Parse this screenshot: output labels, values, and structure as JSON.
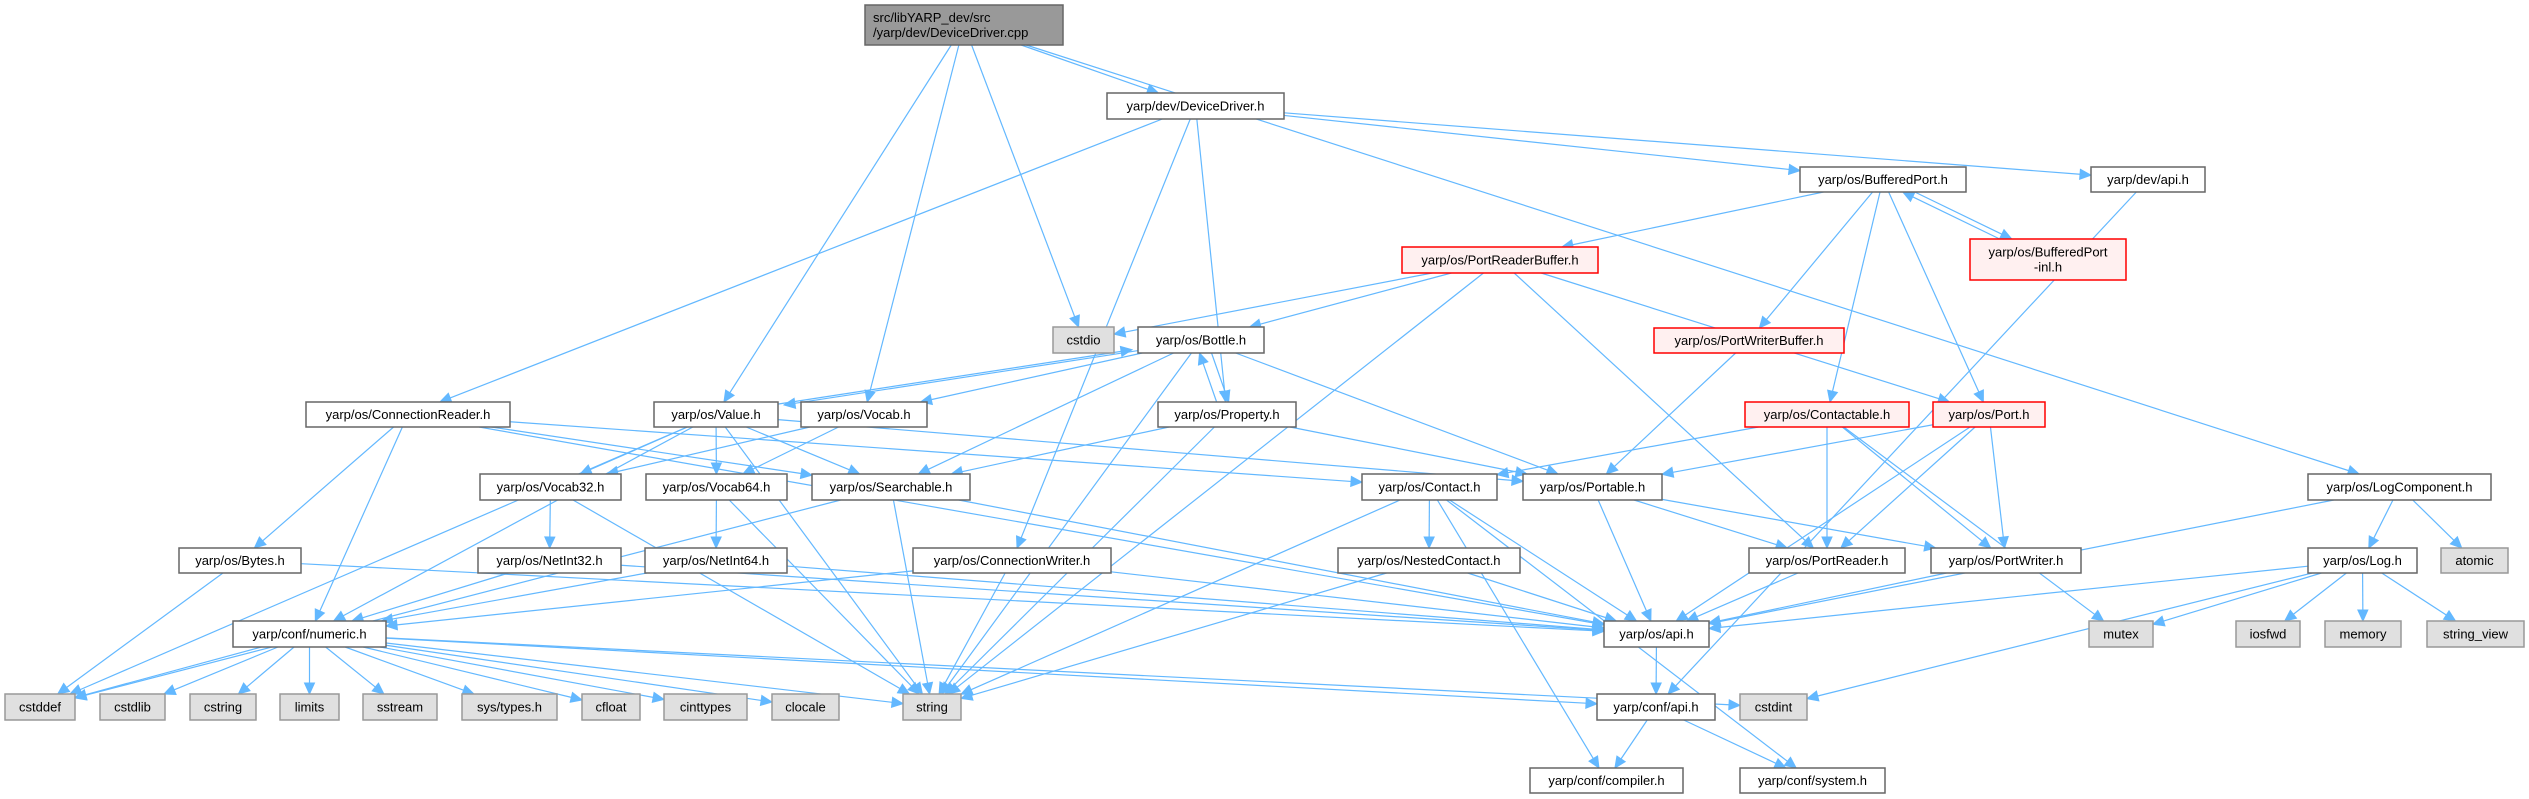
{
  "graph": {
    "title": "src/libYARP_dev/src/yarp/dev/DeviceDriver.cpp",
    "colors": {
      "edge": "#63b8ff",
      "main_fill": "#999999",
      "red_border": "#ff0000",
      "system_fill": "#e0e0e0"
    },
    "nodes": [
      {
        "id": "root",
        "label": [
          "src/libYARP_dev/src",
          "/yarp/dev/DeviceDriver.cpp"
        ],
        "kind": "main"
      },
      {
        "id": "devdriver",
        "label": [
          "yarp/dev/DeviceDriver.h"
        ],
        "kind": "normal"
      },
      {
        "id": "bufport",
        "label": [
          "yarp/os/BufferedPort.h"
        ],
        "kind": "normal"
      },
      {
        "id": "devapi",
        "label": [
          "yarp/dev/api.h"
        ],
        "kind": "normal"
      },
      {
        "id": "prbuf",
        "label": [
          "yarp/os/PortReaderBuffer.h"
        ],
        "kind": "red"
      },
      {
        "id": "bufportinl",
        "label": [
          "yarp/os/BufferedPort",
          "-inl.h"
        ],
        "kind": "red"
      },
      {
        "id": "pwbuf",
        "label": [
          "yarp/os/PortWriterBuffer.h"
        ],
        "kind": "red"
      },
      {
        "id": "cstdio",
        "label": [
          "cstdio"
        ],
        "kind": "system"
      },
      {
        "id": "bottle",
        "label": [
          "yarp/os/Bottle.h"
        ],
        "kind": "normal"
      },
      {
        "id": "connreader",
        "label": [
          "yarp/os/ConnectionReader.h"
        ],
        "kind": "normal"
      },
      {
        "id": "value",
        "label": [
          "yarp/os/Value.h"
        ],
        "kind": "normal"
      },
      {
        "id": "vocab",
        "label": [
          "yarp/os/Vocab.h"
        ],
        "kind": "normal"
      },
      {
        "id": "property",
        "label": [
          "yarp/os/Property.h"
        ],
        "kind": "normal"
      },
      {
        "id": "contactable",
        "label": [
          "yarp/os/Contactable.h"
        ],
        "kind": "red"
      },
      {
        "id": "port",
        "label": [
          "yarp/os/Port.h"
        ],
        "kind": "red"
      },
      {
        "id": "vocab32",
        "label": [
          "yarp/os/Vocab32.h"
        ],
        "kind": "normal"
      },
      {
        "id": "vocab64",
        "label": [
          "yarp/os/Vocab64.h"
        ],
        "kind": "normal"
      },
      {
        "id": "searchable",
        "label": [
          "yarp/os/Searchable.h"
        ],
        "kind": "normal"
      },
      {
        "id": "contact",
        "label": [
          "yarp/os/Contact.h"
        ],
        "kind": "normal"
      },
      {
        "id": "portable",
        "label": [
          "yarp/os/Portable.h"
        ],
        "kind": "normal"
      },
      {
        "id": "logcomp",
        "label": [
          "yarp/os/LogComponent.h"
        ],
        "kind": "normal"
      },
      {
        "id": "bytes",
        "label": [
          "yarp/os/Bytes.h"
        ],
        "kind": "normal"
      },
      {
        "id": "netint32",
        "label": [
          "yarp/os/NetInt32.h"
        ],
        "kind": "normal"
      },
      {
        "id": "netint64",
        "label": [
          "yarp/os/NetInt64.h"
        ],
        "kind": "normal"
      },
      {
        "id": "connwriter",
        "label": [
          "yarp/os/ConnectionWriter.h"
        ],
        "kind": "normal"
      },
      {
        "id": "nestedcontact",
        "label": [
          "yarp/os/NestedContact.h"
        ],
        "kind": "normal"
      },
      {
        "id": "portreader",
        "label": [
          "yarp/os/PortReader.h"
        ],
        "kind": "normal"
      },
      {
        "id": "portwriter",
        "label": [
          "yarp/os/PortWriter.h"
        ],
        "kind": "normal"
      },
      {
        "id": "log",
        "label": [
          "yarp/os/Log.h"
        ],
        "kind": "normal"
      },
      {
        "id": "atomic",
        "label": [
          "atomic"
        ],
        "kind": "system"
      },
      {
        "id": "numeric",
        "label": [
          "yarp/conf/numeric.h"
        ],
        "kind": "normal"
      },
      {
        "id": "osapi",
        "label": [
          "yarp/os/api.h"
        ],
        "kind": "normal"
      },
      {
        "id": "mutex",
        "label": [
          "mutex"
        ],
        "kind": "system"
      },
      {
        "id": "iosfwd",
        "label": [
          "iosfwd"
        ],
        "kind": "system"
      },
      {
        "id": "memory",
        "label": [
          "memory"
        ],
        "kind": "system"
      },
      {
        "id": "string_view",
        "label": [
          "string_view"
        ],
        "kind": "system"
      },
      {
        "id": "cstddef",
        "label": [
          "cstddef"
        ],
        "kind": "system"
      },
      {
        "id": "cstdlib",
        "label": [
          "cstdlib"
        ],
        "kind": "system"
      },
      {
        "id": "cstring",
        "label": [
          "cstring"
        ],
        "kind": "system"
      },
      {
        "id": "limits",
        "label": [
          "limits"
        ],
        "kind": "system"
      },
      {
        "id": "sstream",
        "label": [
          "sstream"
        ],
        "kind": "system"
      },
      {
        "id": "systypes",
        "label": [
          "sys/types.h"
        ],
        "kind": "system"
      },
      {
        "id": "cfloat",
        "label": [
          "cfloat"
        ],
        "kind": "system"
      },
      {
        "id": "cinttypes",
        "label": [
          "cinttypes"
        ],
        "kind": "system"
      },
      {
        "id": "clocale",
        "label": [
          "clocale"
        ],
        "kind": "system"
      },
      {
        "id": "string",
        "label": [
          "string"
        ],
        "kind": "system"
      },
      {
        "id": "confapi",
        "label": [
          "yarp/conf/api.h"
        ],
        "kind": "normal"
      },
      {
        "id": "cstdint",
        "label": [
          "cstdint"
        ],
        "kind": "system"
      },
      {
        "id": "compiler",
        "label": [
          "yarp/conf/compiler.h"
        ],
        "kind": "normal"
      },
      {
        "id": "system",
        "label": [
          "yarp/conf/system.h"
        ],
        "kind": "normal"
      }
    ],
    "edges": [
      [
        "root",
        "devdriver"
      ],
      [
        "root",
        "cstdio"
      ],
      [
        "root",
        "value"
      ],
      [
        "root",
        "vocab"
      ],
      [
        "root",
        "logcomp"
      ],
      [
        "devdriver",
        "connreader"
      ],
      [
        "devdriver",
        "connwriter"
      ],
      [
        "devdriver",
        "property"
      ],
      [
        "devdriver",
        "bufport"
      ],
      [
        "devdriver",
        "devapi"
      ],
      [
        "bufport",
        "prbuf"
      ],
      [
        "bufport",
        "pwbuf"
      ],
      [
        "bufport",
        "contactable"
      ],
      [
        "bufport",
        "port"
      ],
      [
        "bufport",
        "bufportinl"
      ],
      [
        "bufportinl",
        "bufport"
      ],
      [
        "devapi",
        "confapi"
      ],
      [
        "prbuf",
        "cstdio"
      ],
      [
        "prbuf",
        "bottle"
      ],
      [
        "prbuf",
        "string"
      ],
      [
        "prbuf",
        "portreader"
      ],
      [
        "prbuf",
        "port"
      ],
      [
        "pwbuf",
        "portable"
      ],
      [
        "bottle",
        "value"
      ],
      [
        "bottle",
        "vocab"
      ],
      [
        "bottle",
        "property"
      ],
      [
        "bottle",
        "searchable"
      ],
      [
        "bottle",
        "portable"
      ],
      [
        "bottle",
        "string"
      ],
      [
        "value",
        "bottle"
      ],
      [
        "value",
        "vocab32"
      ],
      [
        "value",
        "vocab64"
      ],
      [
        "value",
        "searchable"
      ],
      [
        "value",
        "portable"
      ],
      [
        "value",
        "cstddef"
      ],
      [
        "value",
        "numeric"
      ],
      [
        "value",
        "string"
      ],
      [
        "vocab",
        "vocab32"
      ],
      [
        "vocab",
        "vocab64"
      ],
      [
        "property",
        "bottle"
      ],
      [
        "property",
        "searchable"
      ],
      [
        "property",
        "portable"
      ],
      [
        "property",
        "string"
      ],
      [
        "connreader",
        "bytes"
      ],
      [
        "connreader",
        "numeric"
      ],
      [
        "connreader",
        "searchable"
      ],
      [
        "connreader",
        "contact"
      ],
      [
        "connreader",
        "osapi"
      ],
      [
        "vocab32",
        "netint32"
      ],
      [
        "vocab32",
        "string"
      ],
      [
        "vocab64",
        "netint64"
      ],
      [
        "vocab64",
        "string"
      ],
      [
        "searchable",
        "cstddef"
      ],
      [
        "searchable",
        "string"
      ],
      [
        "searchable",
        "osapi"
      ],
      [
        "bytes",
        "cstddef"
      ],
      [
        "bytes",
        "osapi"
      ],
      [
        "netint32",
        "numeric"
      ],
      [
        "netint32",
        "osapi"
      ],
      [
        "netint64",
        "numeric"
      ],
      [
        "netint64",
        "osapi"
      ],
      [
        "connwriter",
        "numeric"
      ],
      [
        "connwriter",
        "string"
      ],
      [
        "connwriter",
        "osapi"
      ],
      [
        "numeric",
        "cstddef"
      ],
      [
        "numeric",
        "cstdlib"
      ],
      [
        "numeric",
        "cstring"
      ],
      [
        "numeric",
        "limits"
      ],
      [
        "numeric",
        "sstream"
      ],
      [
        "numeric",
        "systypes"
      ],
      [
        "numeric",
        "cfloat"
      ],
      [
        "numeric",
        "cinttypes"
      ],
      [
        "numeric",
        "clocale"
      ],
      [
        "numeric",
        "string"
      ],
      [
        "numeric",
        "cstdint"
      ],
      [
        "numeric",
        "confapi"
      ],
      [
        "contactable",
        "contact"
      ],
      [
        "contactable",
        "portreader"
      ],
      [
        "contactable",
        "portwriter"
      ],
      [
        "contactable",
        "mutex"
      ],
      [
        "port",
        "portable"
      ],
      [
        "port",
        "portreader"
      ],
      [
        "port",
        "portwriter"
      ],
      [
        "port",
        "osapi"
      ],
      [
        "contact",
        "nestedcontact"
      ],
      [
        "contact",
        "string"
      ],
      [
        "contact",
        "compiler"
      ],
      [
        "contact",
        "system"
      ],
      [
        "contact",
        "osapi"
      ],
      [
        "portable",
        "portreader"
      ],
      [
        "portable",
        "portwriter"
      ],
      [
        "portable",
        "osapi"
      ],
      [
        "nestedcontact",
        "osapi"
      ],
      [
        "nestedcontact",
        "string"
      ],
      [
        "portreader",
        "osapi"
      ],
      [
        "portwriter",
        "osapi"
      ],
      [
        "logcomp",
        "log"
      ],
      [
        "logcomp",
        "atomic"
      ],
      [
        "logcomp",
        "osapi"
      ],
      [
        "log",
        "osapi"
      ],
      [
        "log",
        "mutex"
      ],
      [
        "log",
        "iosfwd"
      ],
      [
        "log",
        "memory"
      ],
      [
        "log",
        "string_view"
      ],
      [
        "log",
        "cstdint"
      ],
      [
        "osapi",
        "confapi"
      ],
      [
        "confapi",
        "compiler"
      ],
      [
        "confapi",
        "system"
      ]
    ]
  }
}
